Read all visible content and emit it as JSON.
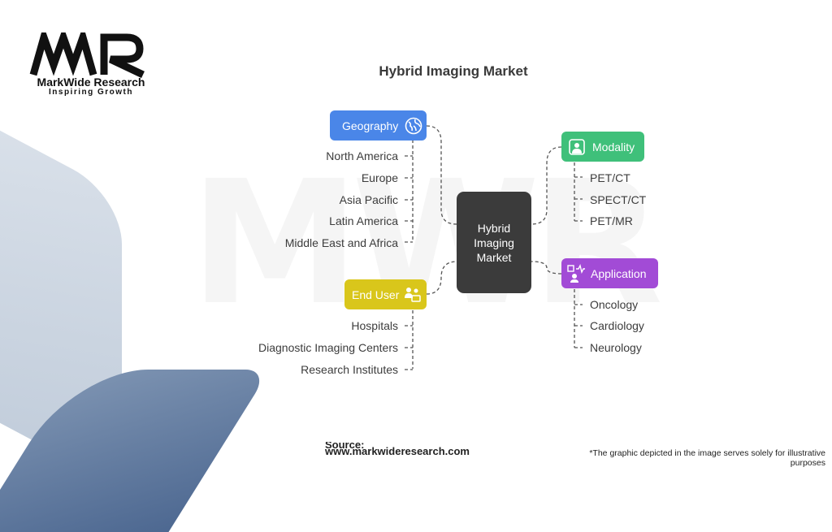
{
  "logo": {
    "mark_text": "MWR",
    "name": "MarkWide Research",
    "tagline": "Inspiring Growth"
  },
  "watermark": "MWR",
  "title": "Hybrid Imaging Market",
  "center": {
    "label": "Hybrid Imaging Market",
    "color": "#3b3b3b"
  },
  "categories": {
    "geography": {
      "label": "Geography",
      "icon": "globe-icon",
      "color": "#4a86e8",
      "items": [
        "North America",
        "Europe",
        "Asia Pacific",
        "Latin America",
        "Middle East and Africa"
      ]
    },
    "end_user": {
      "label": "End User",
      "icon": "users-icon",
      "color": "#d9c61b",
      "items": [
        "Hospitals",
        "Diagnostic Imaging Centers",
        "Research Institutes"
      ]
    },
    "modality": {
      "label": "Modality",
      "icon": "scanner-icon",
      "color": "#3fc07a",
      "items": [
        "PET/CT",
        "SPECT/CT",
        "PET/MR"
      ]
    },
    "application": {
      "label": "Application",
      "icon": "diagnosis-icon",
      "color": "#a24bd6",
      "items": [
        "Oncology",
        "Cardiology",
        "Neurology"
      ]
    }
  },
  "footer": {
    "source": "Source: www.markwideresearch.com",
    "note": "*The graphic depicted in the image serves solely for illustrative purposes"
  }
}
